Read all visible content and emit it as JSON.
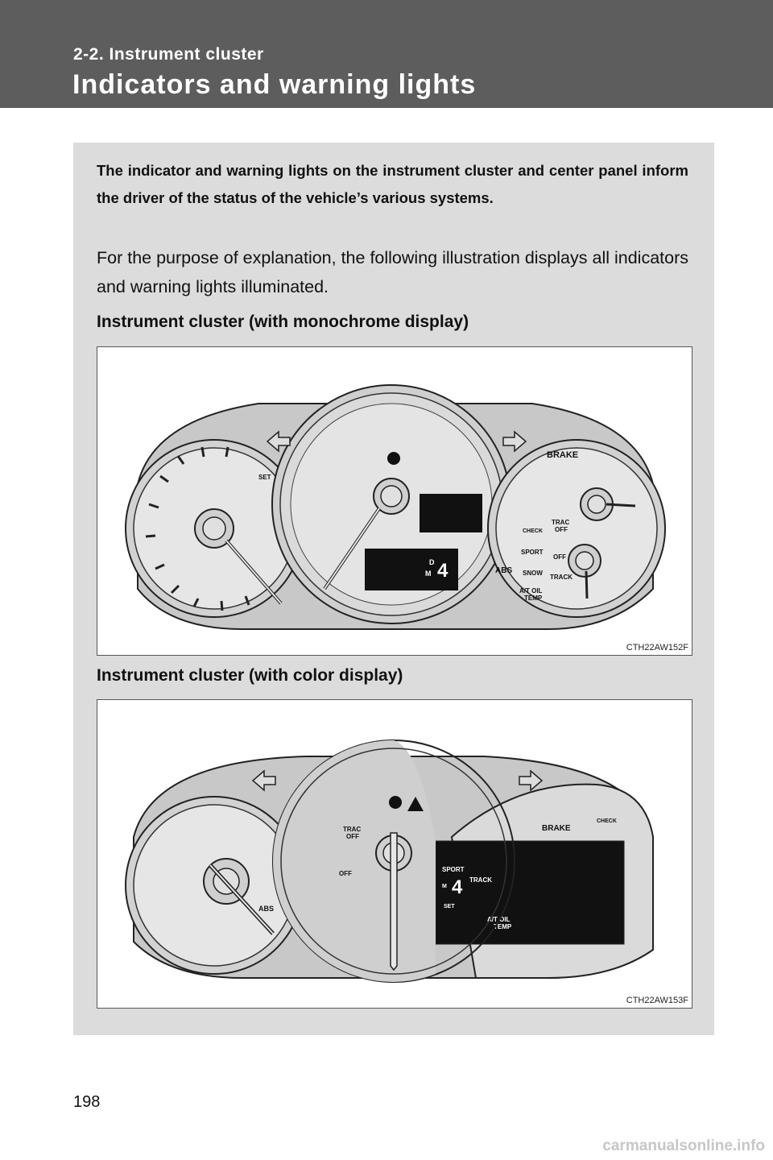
{
  "header": {
    "section": "2-2. Instrument cluster",
    "title": "Indicators and warning lights"
  },
  "intro": "The indicator and warning lights on the instrument cluster and center panel inform the driver of the status of the vehicle’s various systems.",
  "para": "For the purpose of explanation, the following illustration displays all indicators and warning lights illuminated.",
  "figure1": {
    "caption": "Instrument cluster (with monochrome display)",
    "id": "CTH22AW152F",
    "labels": {
      "set": "SET",
      "brake": "BRAKE",
      "check": "CHECK",
      "trac": "TRAC",
      "trac_off": "OFF",
      "off": "OFF",
      "sport": "SPORT",
      "abs": "ABS",
      "snow": "SNOW",
      "track": "TRACK",
      "atoil": "A/T OIL",
      "temp": "TEMP",
      "gear": "4",
      "d": "D",
      "m": "M"
    }
  },
  "figure2": {
    "caption": "Instrument cluster (with color display)",
    "id": "CTH22AW153F",
    "labels": {
      "trac": "TRAC",
      "trac_off": "OFF",
      "off": "OFF",
      "abs": "ABS",
      "brake": "BRAKE",
      "check": "CHECK",
      "sport": "SPORT",
      "track": "TRACK",
      "atoil": "A/T OIL",
      "temp": "TEMP",
      "gear": "4",
      "m": "M",
      "set": "SET"
    }
  },
  "page_number": "198",
  "watermark": "carmanualsonline.info"
}
